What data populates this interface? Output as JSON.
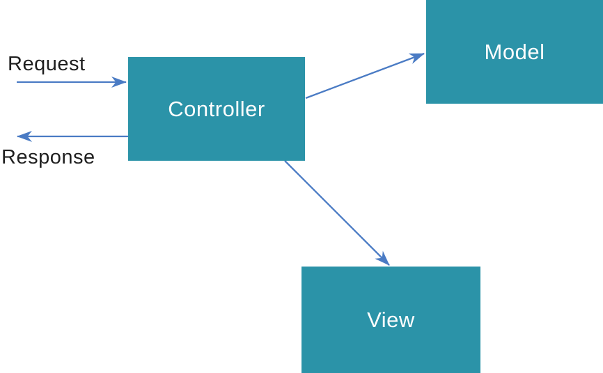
{
  "diagram": {
    "type": "flow-diagram",
    "topic": "Model-View-Controller request flow",
    "nodes": [
      {
        "id": "controller",
        "label": "Controller"
      },
      {
        "id": "model",
        "label": "Model"
      },
      {
        "id": "view",
        "label": "View"
      }
    ],
    "edges": [
      {
        "id": "request-arrow",
        "label": "Request",
        "from": "external",
        "to": "controller"
      },
      {
        "id": "response-arrow",
        "label": "Response",
        "from": "controller",
        "to": "external"
      },
      {
        "id": "controller-to-model-arrow",
        "label": "",
        "from": "controller",
        "to": "model"
      },
      {
        "id": "controller-to-view-arrow",
        "label": "",
        "from": "controller",
        "to": "view"
      }
    ],
    "edge_labels": {
      "request": "Request",
      "response": "Response"
    },
    "colors": {
      "node_fill": "#2B93A8",
      "node_text": "#FDFDFD",
      "arrow": "#4A7BC4",
      "label_text": "#1F1F1F",
      "background": "#FFFFFF"
    }
  }
}
